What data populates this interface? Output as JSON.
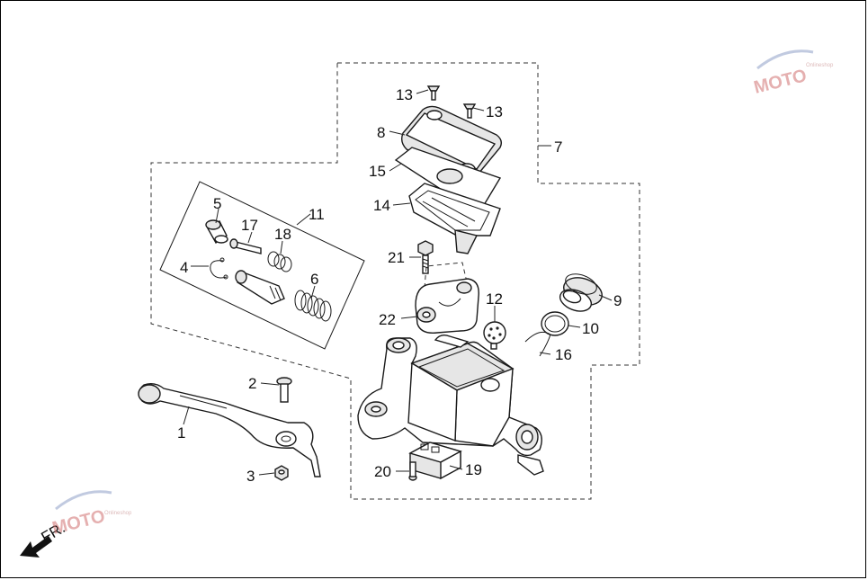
{
  "callouts": [
    {
      "id": "c1",
      "label": "1"
    },
    {
      "id": "c2",
      "label": "2"
    },
    {
      "id": "c3",
      "label": "3"
    },
    {
      "id": "c4",
      "label": "4"
    },
    {
      "id": "c5",
      "label": "5"
    },
    {
      "id": "c6",
      "label": "6"
    },
    {
      "id": "c7",
      "label": "7"
    },
    {
      "id": "c8",
      "label": "8"
    },
    {
      "id": "c9",
      "label": "9"
    },
    {
      "id": "c10",
      "label": "10"
    },
    {
      "id": "c11",
      "label": "11"
    },
    {
      "id": "c12",
      "label": "12"
    },
    {
      "id": "c13a",
      "label": "13"
    },
    {
      "id": "c13b",
      "label": "13"
    },
    {
      "id": "c14",
      "label": "14"
    },
    {
      "id": "c15",
      "label": "15"
    },
    {
      "id": "c16",
      "label": "16"
    },
    {
      "id": "c17",
      "label": "17"
    },
    {
      "id": "c18",
      "label": "18"
    },
    {
      "id": "c19",
      "label": "19"
    },
    {
      "id": "c20",
      "label": "20"
    },
    {
      "id": "c21",
      "label": "21"
    },
    {
      "id": "c22",
      "label": "22"
    }
  ],
  "direction": {
    "label": "FR."
  },
  "watermark": {
    "text": "MOTO",
    "sub": "Onlineshop"
  }
}
